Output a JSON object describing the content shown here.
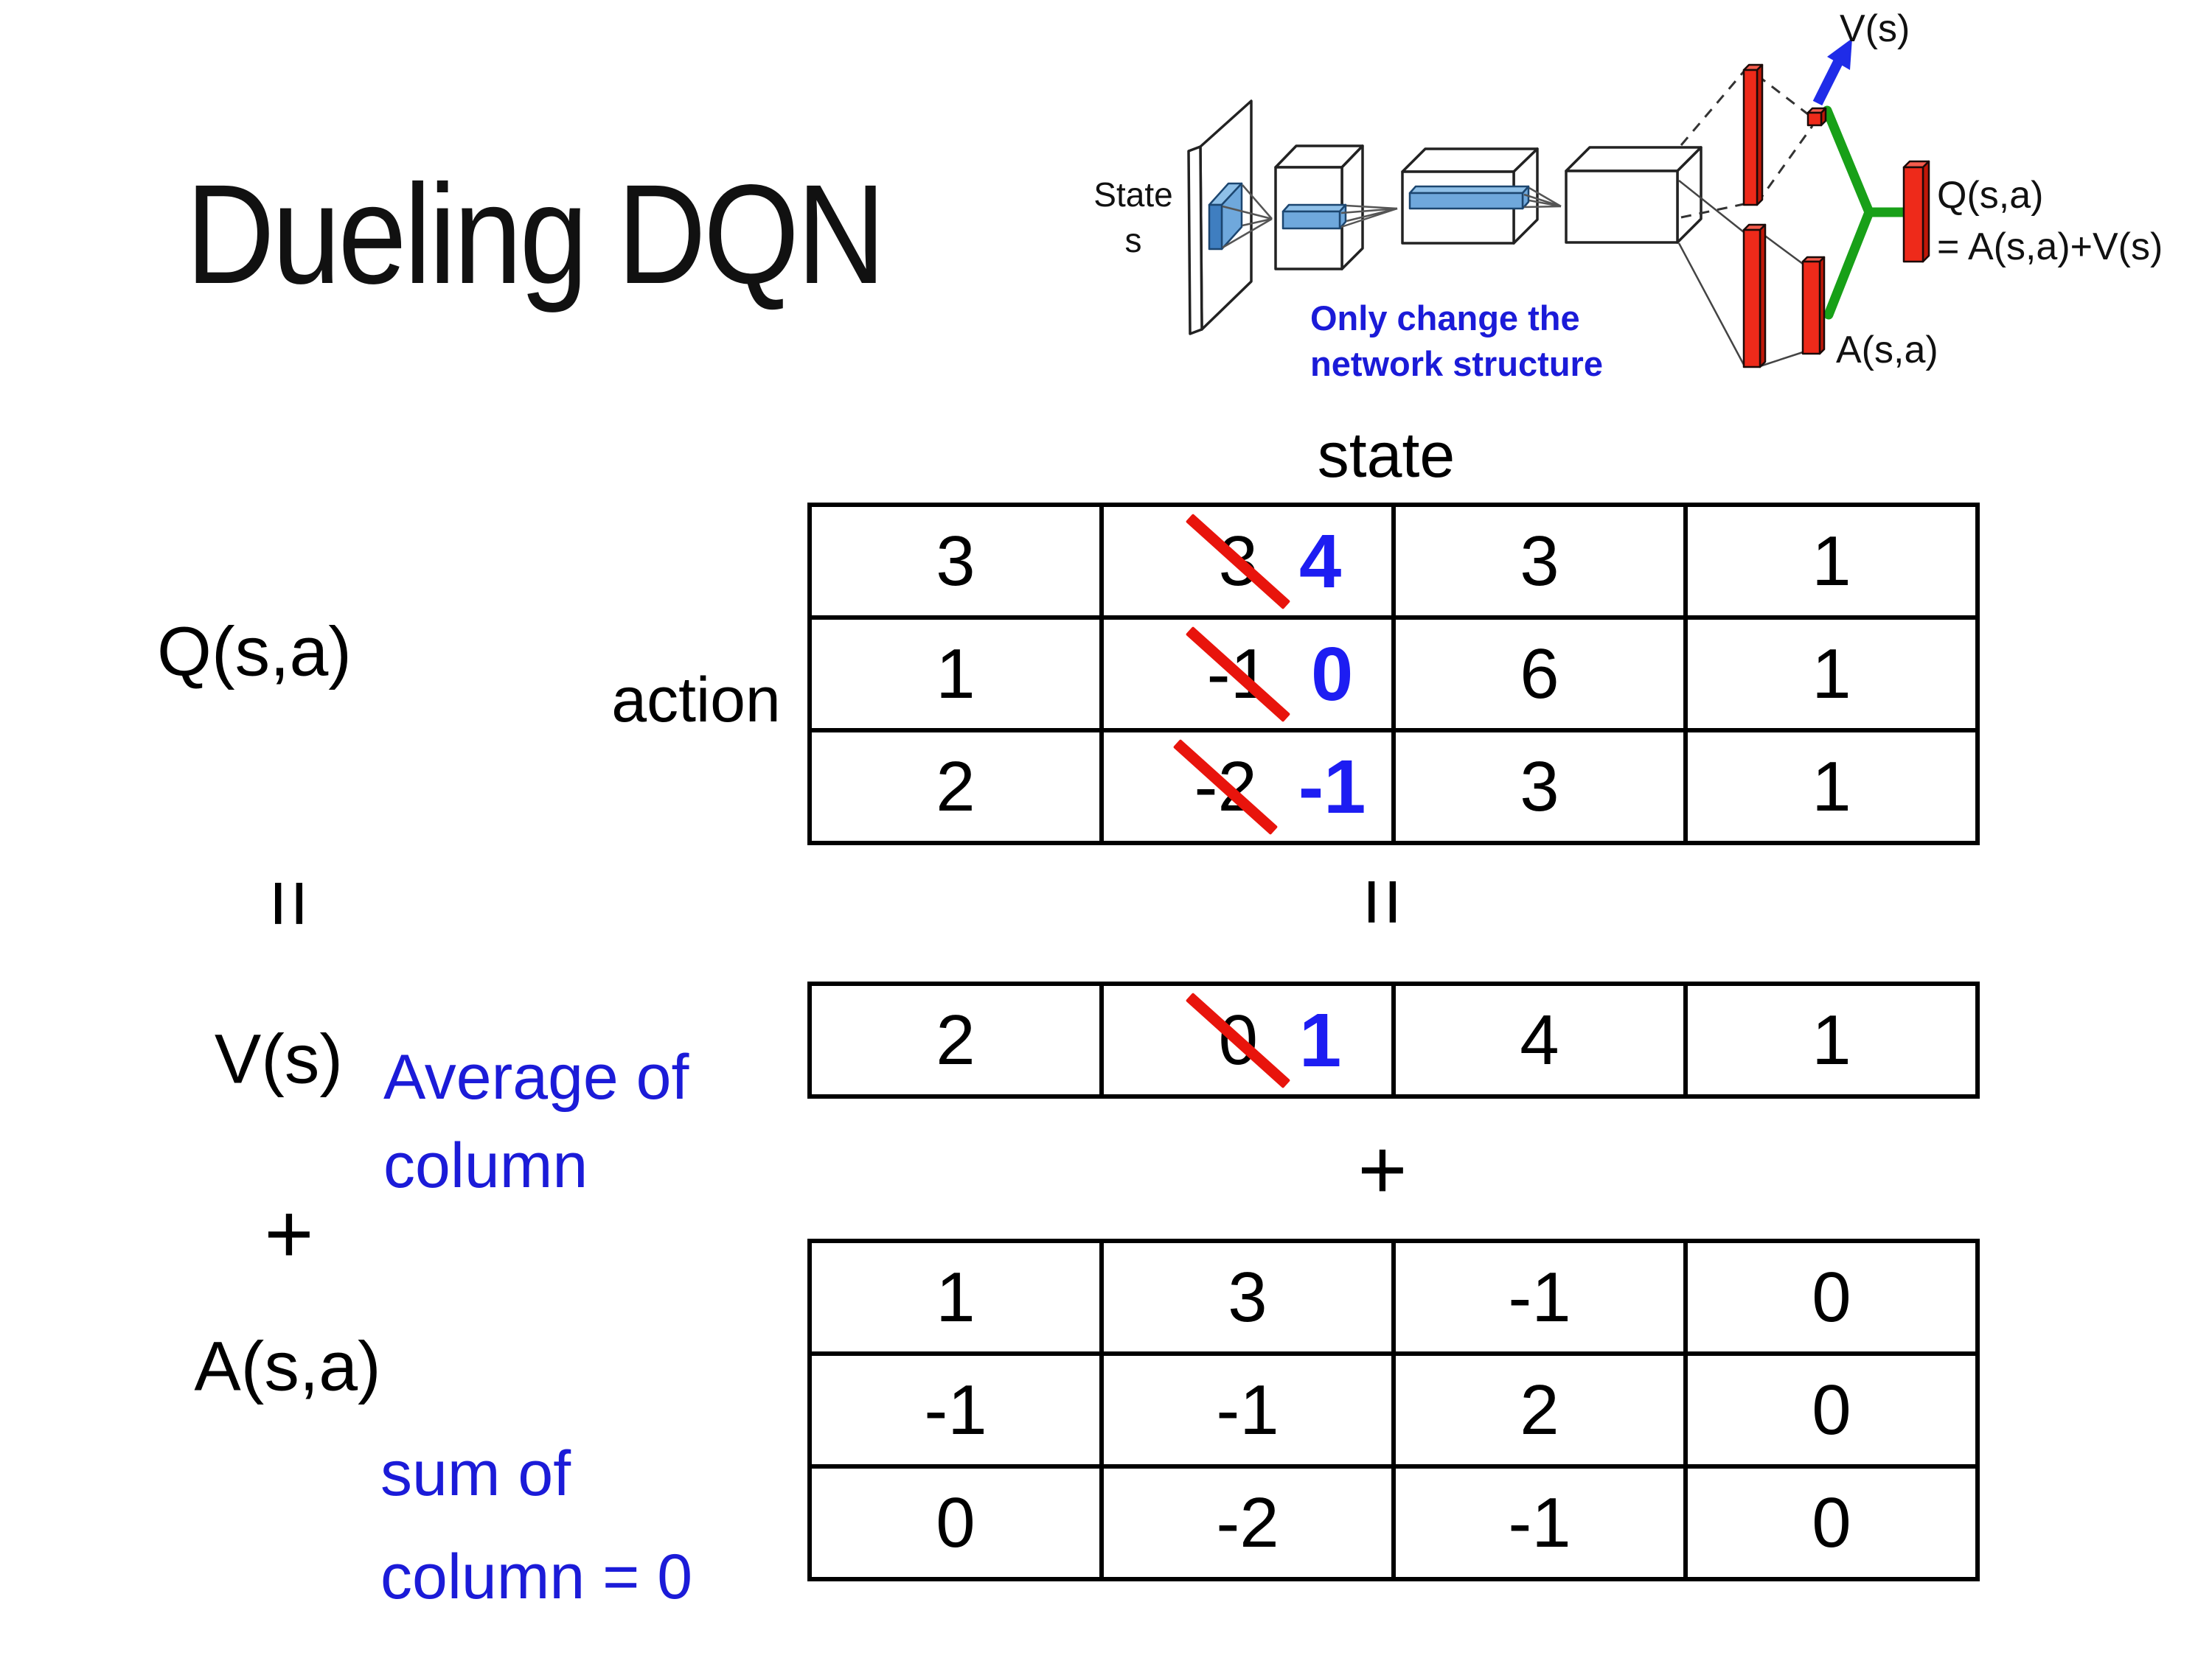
{
  "title": "Dueling DQN",
  "colors": {
    "annotation_blue": "#1b1bd8",
    "new_value_blue": "#1d1df2",
    "strike_red": "#e8140c",
    "bar_red": "#ee2a1a",
    "link_green": "#18a018",
    "arrow_blue": "#1f2ce8",
    "feature_blue": "#6fa8dc"
  },
  "diagram": {
    "state_line1": "State",
    "state_line2": "s",
    "v_out": "V(s)",
    "q_out_line1": "Q(s,a)",
    "q_out_line2": "= A(s,a)+V(s)",
    "a_out": "A(s,a)",
    "note_line1": "Only change the",
    "note_line2": "network structure"
  },
  "equation": {
    "q_label": "Q(s,a)",
    "equals": "=",
    "v_label": "V(s)",
    "plus": "+",
    "a_label": "A(s,a)",
    "mid_equals": "=",
    "mid_plus": "+",
    "axis_state": "state",
    "axis_action": "action",
    "avg_line1": "Average of",
    "avg_line2": "column",
    "sum_line1": "sum of",
    "sum_line2": "column = 0"
  },
  "tables": [
    {
      "id": "q",
      "rows": [
        [
          "3",
          {
            "old": "3",
            "new": "4"
          },
          "3",
          "1"
        ],
        [
          "1",
          {
            "old": "-1",
            "new": "0"
          },
          "6",
          "1"
        ],
        [
          "2",
          {
            "old": "-2",
            "new": "-1"
          },
          "3",
          "1"
        ]
      ]
    },
    {
      "id": "v",
      "rows": [
        [
          "2",
          {
            "old": "0",
            "new": "1"
          },
          "4",
          "1"
        ]
      ]
    },
    {
      "id": "a",
      "rows": [
        [
          "1",
          "3",
          "-1",
          "0"
        ],
        [
          "-1",
          "-1",
          "2",
          "0"
        ],
        [
          "0",
          "-2",
          "-1",
          "0"
        ]
      ]
    }
  ]
}
